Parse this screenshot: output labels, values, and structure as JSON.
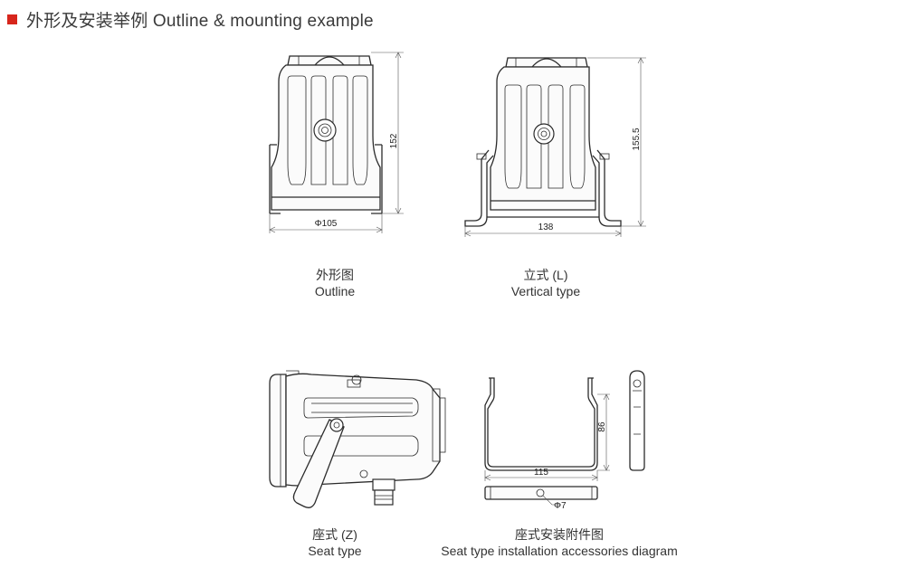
{
  "header": {
    "title": "外形及安装举例 Outline & mounting example",
    "marker_color": "#d7261c"
  },
  "figures": {
    "outline": {
      "caption_cn": "外形图",
      "caption_en": "Outline",
      "dim_width": "Φ105",
      "dim_height": "152"
    },
    "vertical": {
      "caption_cn": "立式 (L)",
      "caption_en": "Vertical type",
      "dim_width": "138",
      "dim_height": "155.5"
    },
    "seat": {
      "caption_cn": "座式 (Z)",
      "caption_en": "Seat type"
    },
    "accessories": {
      "caption_cn": "座式安装附件图",
      "caption_en": "Seat type installation accessories diagram",
      "dim_width": "115",
      "dim_height": "86",
      "dim_hole": "Φ7"
    }
  }
}
